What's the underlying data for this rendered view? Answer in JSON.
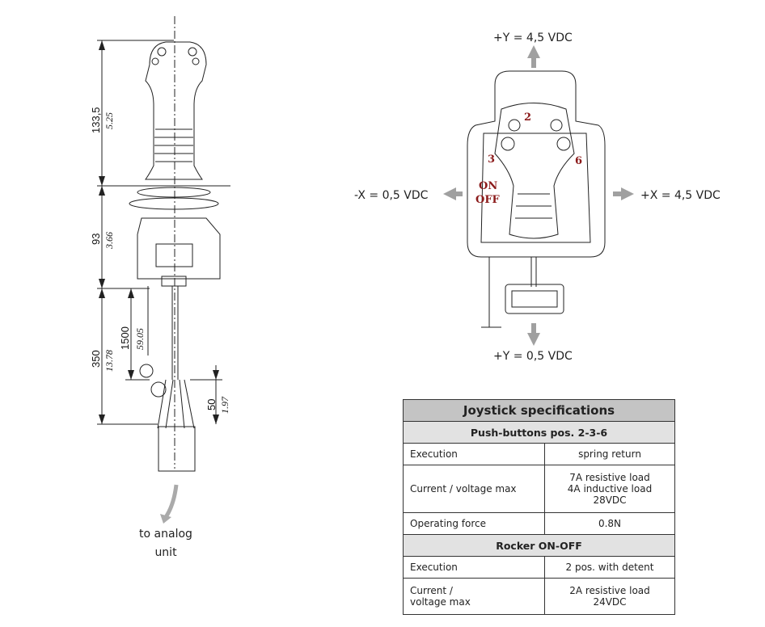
{
  "left_drawing": {
    "dims": [
      {
        "mm": "133,5",
        "in": "5.25"
      },
      {
        "mm": "93",
        "in": "3.66"
      },
      {
        "mm": "350",
        "in": "13.78"
      },
      {
        "mm": "1500",
        "in": "59.05"
      },
      {
        "mm": "50",
        "in": "1.97"
      }
    ],
    "caption_line1": "to analog",
    "caption_line2": "unit"
  },
  "right_drawing": {
    "top_label": "+Y = 4,5 VDC",
    "bottom_label": "+Y = 0,5 VDC",
    "left_label": "-X = 0,5 VDC",
    "right_label": "+X = 4,5 VDC",
    "button_labels": [
      "2",
      "3",
      "6"
    ],
    "rocker_on": "ON",
    "rocker_off": "OFF",
    "arrow_color": "#a0a0a0",
    "label_color": "#8b1a1a"
  },
  "specs": {
    "title": "Joystick specifications",
    "sections": [
      {
        "heading": "Push-buttons pos. 2-3-6",
        "rows": [
          {
            "label": "Execution",
            "value": [
              "spring return"
            ]
          },
          {
            "label": "Current / voltage max",
            "value": [
              "7A resistive load",
              "4A inductive load",
              "28VDC"
            ]
          },
          {
            "label": "Operating force",
            "value": [
              "0.8N"
            ]
          }
        ]
      },
      {
        "heading": "Rocker ON-OFF",
        "rows": [
          {
            "label": "Execution",
            "value": [
              "2 pos. with detent"
            ]
          },
          {
            "label_lines": [
              "Current /",
              "voltage max"
            ],
            "value": [
              "2A resistive load",
              "24VDC"
            ]
          }
        ]
      }
    ]
  }
}
